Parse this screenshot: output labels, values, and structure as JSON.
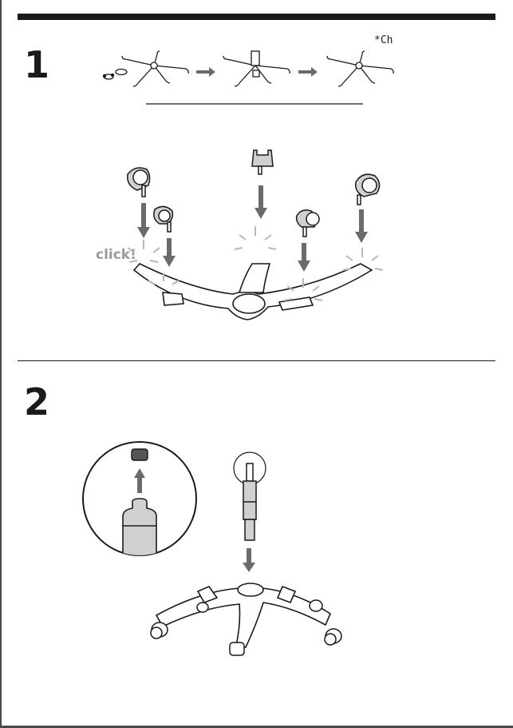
{
  "steps": [
    {
      "number": "1",
      "note": "*Ch",
      "click_label": "click!"
    },
    {
      "number": "2"
    }
  ],
  "colors": {
    "ink": "#1a1a1a",
    "arrow": "#6b6b6b",
    "burst": "#b8b8b8",
    "part_fill": "#d0d0d0",
    "cap_fill": "#555555"
  },
  "icons": [
    "chair-base-icon",
    "caster-wheel-icon",
    "gas-lift-icon",
    "arrow-down-icon",
    "arrow-right-icon",
    "click-burst-icon"
  ]
}
